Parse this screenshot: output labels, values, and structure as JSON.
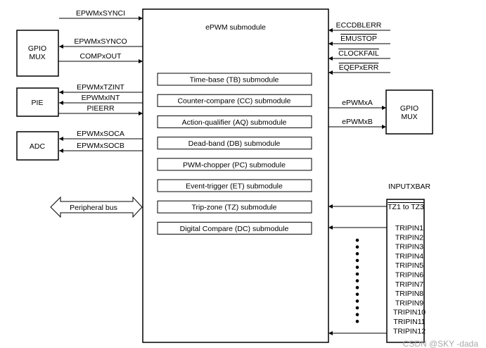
{
  "main": {
    "title": "ePWM submodule",
    "submodules": [
      "Time-base (TB) submodule",
      "Counter-compare (CC) submodule",
      "Action-qualifier (AQ) submodule",
      "Dead-band (DB) submodule",
      "PWM-chopper (PC) submodule",
      "Event-trigger (ET) submodule",
      "Trip-zone (TZ) submodule",
      "Digital Compare (DC) submodule"
    ]
  },
  "left": {
    "gpio_mux": [
      "GPIO",
      "MUX"
    ],
    "pie": "PIE",
    "adc": "ADC",
    "signals": {
      "synci": "EPWMxSYNCI",
      "synco": "EPWMxSYNCO",
      "compxout": "COMPxOUT",
      "tzint": "EPWMxTZINT",
      "int": "EPWMxINT",
      "pieerr": "PIEERR",
      "soca": "EPWMxSOCA",
      "socb": "EPWMxSOCB",
      "bus": "Peripheral bus"
    }
  },
  "right": {
    "inputs": [
      "ECCDBLERR",
      "EMUSTOP",
      "CLOCKFAIL",
      "EQEPxERR"
    ],
    "outputs": [
      "ePWMxA",
      "ePWMxB"
    ],
    "gpio_mux": [
      "GPIO",
      "MUX"
    ],
    "inputxbar": {
      "title": "INPUTXBAR",
      "tz": "TZ1 to TZ3",
      "tripins": [
        "TRIPIN1",
        "TRIPIN2",
        "TRIPIN3",
        "TRIPIN4",
        "TRIPIN5",
        "TRIPIN6",
        "TRIPIN7",
        "TRIPIN8",
        "TRIPIN9",
        "TRIPIN10",
        "TRIPIN11",
        "TRIPIN12"
      ]
    }
  },
  "watermark": "CSDN @SKY -dada"
}
